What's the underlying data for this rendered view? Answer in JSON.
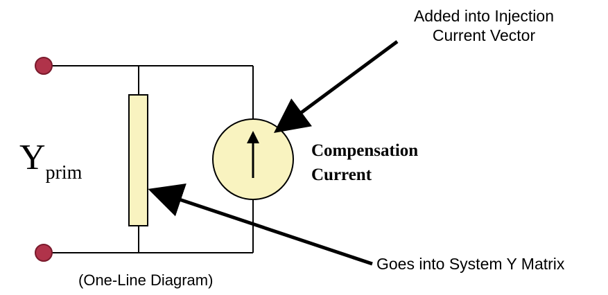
{
  "diagram": {
    "yprim_main": "Y",
    "yprim_sub": "prim",
    "compensation_line1": "Compensation",
    "compensation_line2": "Current",
    "injection_line1": "Added into Injection",
    "injection_line2": "Current Vector",
    "system_y_label": "Goes into System Y Matrix",
    "caption": "(One-Line Diagram)"
  },
  "colors": {
    "terminal_fill": "#b0334a",
    "terminal_stroke": "#7a1a2c",
    "element_fill": "#f9f3c0",
    "line": "#000000"
  }
}
